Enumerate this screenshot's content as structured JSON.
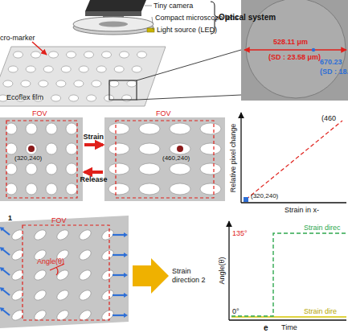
{
  "diagram": {
    "nodes": [
      {
        "text": [
          "FOV",
          "(320,240)"
        ]
      },
      {
        "text": [
          "FOV",
          "(460,240)"
        ]
      },
      {
        "text": [
          "FOV",
          "Angle(θ)"
        ]
      }
    ],
    "edges": [
      {
        "from": 0,
        "to": 1,
        "label": "Strain",
        "arrow": "to"
      },
      {
        "from": 1,
        "to": 0,
        "label": "Release",
        "arrow": "to"
      }
    ],
    "labels": [
      "Tiny camera",
      "Compact microscope lens",
      "Light source (LED)",
      "Optical system",
      "cro-marker",
      "Ecoflex film",
      "528.11 μm",
      "(SD : 23.58 μm)",
      "670.23",
      "(SD : 18.",
      "Relative pixel change",
      "Strain in x-",
      "(460",
      "(320,240)",
      "1",
      "Strain direction 2",
      "135°",
      "0°",
      "Angle(θ)",
      "Strain direc",
      "Strain dire",
      "Time",
      "e"
    ]
  }
}
